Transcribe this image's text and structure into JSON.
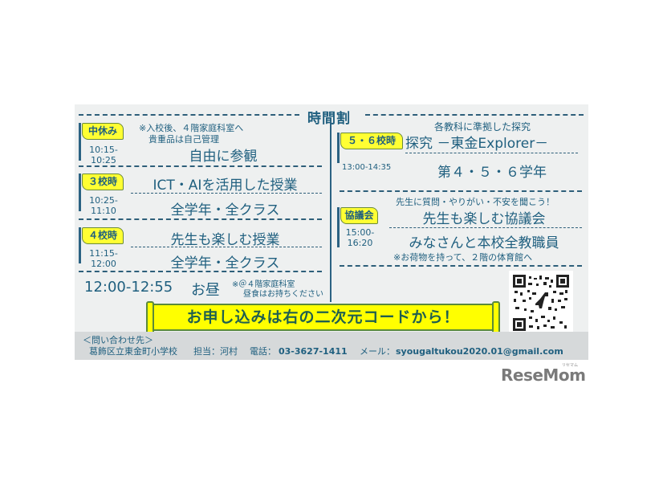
{
  "title": "時間割",
  "left_blocks": [
    {
      "flag": "中休み",
      "time_start": "10:15-",
      "time_end": "10:25",
      "note_line1": "※入校後、４階家庭科室へ",
      "note_line2": "貴重品は自己管理",
      "main": "自由に参観"
    },
    {
      "flag": "３校時",
      "time_start": "10:25-",
      "time_end": "11:10",
      "main": "ICT・AIを活用した授業",
      "sub": "全学年・全クラス"
    },
    {
      "flag": "４校時",
      "time_start": "11:15-",
      "time_end": "12:00",
      "main": "先生も楽しむ授業",
      "sub": "全学年・全クラス"
    }
  ],
  "lunch": {
    "time": "12:00-12:55",
    "label": "お昼",
    "note_line1": "※＠４階家庭科室",
    "note_line2": "昼食はお持ちください"
  },
  "right_blocks": [
    {
      "flag": "５・６校時",
      "time": "13:00-14:35",
      "note": "各教科に準拠した探究",
      "main": "探究 －東金Explorer－",
      "sub": "第４・５・６学年"
    },
    {
      "flag": "協議会",
      "time_start": "15:00-",
      "time_end": "16:20",
      "note": "先生に質問・やりがい・不安を聞こう！",
      "main": "先生も楽しむ協議会",
      "sub": "みなさんと本校全教職員",
      "sub_note": "※お荷物を持って、２階の体育館へ"
    }
  ],
  "banner": "お申し込みは右の二次元コードから！",
  "qr": {
    "icon": "qr-code-icon"
  },
  "footer": {
    "heading": "＜問い合わせ先＞",
    "school": "葛飾区立東金町小学校",
    "contact_label": "担当：河村",
    "phone_label": "電話：",
    "phone": "03-3627-1411",
    "mail_label": "メール：",
    "mail": "syougaltukou2020.01@gmail.com"
  },
  "watermark": {
    "logo": "ReseMom",
    "sub": "リセマム"
  },
  "colors": {
    "accent": "#1f5f7f",
    "flag": "#ffff33",
    "banner": "#ffff00",
    "panel": "#eef0f0",
    "footer": "#d6d9da"
  }
}
